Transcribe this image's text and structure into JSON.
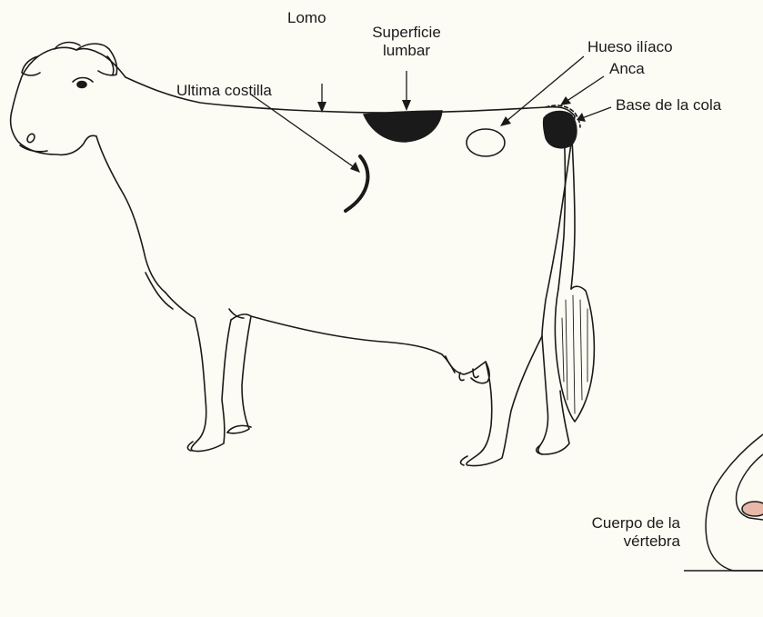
{
  "labels": {
    "lomo": "Lomo",
    "superficie_lumbar_line1": "Superficie",
    "superficie_lumbar_line2": "lumbar",
    "hueso_iliaco": "Hueso ilíaco",
    "anca": "Anca",
    "base_cola": "Base de la cola",
    "ultima_costilla": "Ultima costilla",
    "cuerpo_vertebra_line1": "Cuerpo de la",
    "cuerpo_vertebra_line2": "vértebra"
  },
  "colors": {
    "ink": "#1a1a1a",
    "background": "#fdfcf4",
    "vertebra_highlight": "#e8b8a8"
  }
}
